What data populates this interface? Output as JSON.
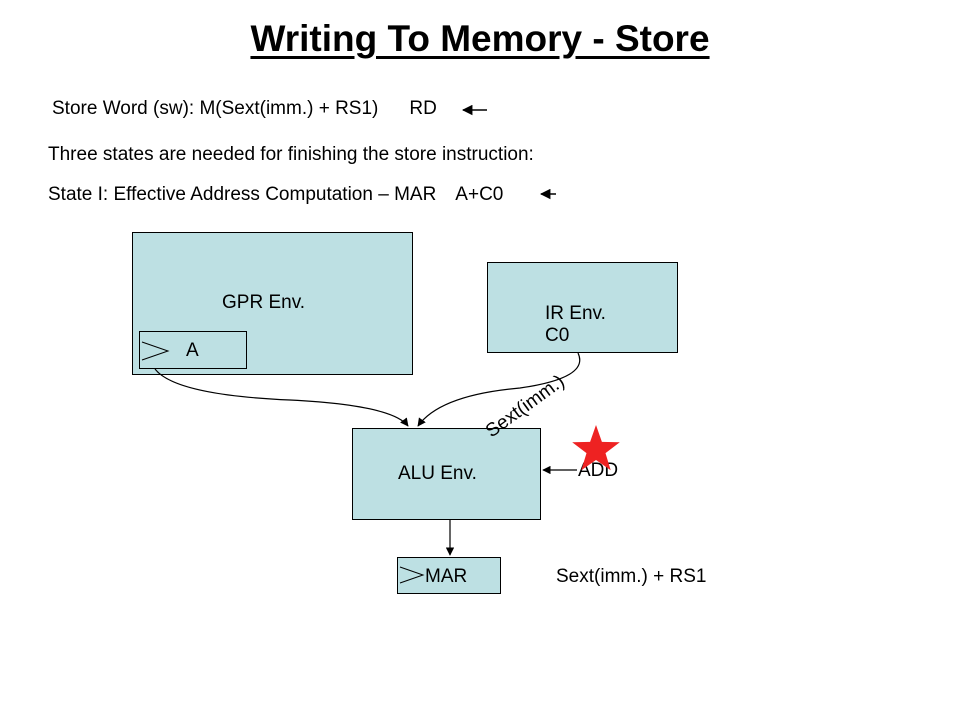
{
  "title": "Writing To Memory - Store",
  "store_word": {
    "before": "Store Word (sw): M(Sext(imm.) + RS1)",
    "after": "RD"
  },
  "three_states": "Three states are needed for finishing the store instruction:",
  "state1": {
    "before": "State I: Effective Address Computation – MAR",
    "after": "A+C0"
  },
  "gpr": {
    "label": "GPR Env.",
    "register_a": "A"
  },
  "ir": {
    "label": "IR Env.",
    "c0": "C0"
  },
  "alu": {
    "label": "ALU Env."
  },
  "mar": {
    "label": "MAR"
  },
  "sext_label": "Sext(imm.)",
  "add_label": "ADD",
  "result_label": "Sext(imm.) + RS1",
  "colors": {
    "box_fill": "#bde0e3",
    "star": "#ee2222"
  }
}
